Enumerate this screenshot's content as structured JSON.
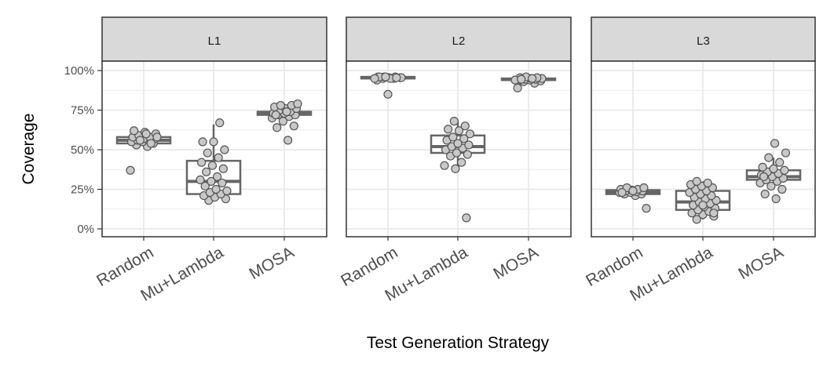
{
  "chart_data": {
    "type": "box",
    "xlabel": "Test Generation Strategy",
    "ylabel": "Coverage",
    "ylim": [
      -0.01,
      1.06
    ],
    "yticks": [
      0,
      0.25,
      0.5,
      0.75,
      1.0
    ],
    "ytick_labels": [
      "0%",
      "25%",
      "50%",
      "75%",
      "100%"
    ],
    "categories": [
      "Random",
      "Mu+Lambda",
      "MOSA"
    ],
    "grid": true,
    "colors": {
      "box": "#666666",
      "point_fill": "#c8c8c8",
      "point_stroke": "#555555",
      "strip_bg": "#d9d9d9",
      "grid": "#ebebeb",
      "panel_border": "#333333"
    },
    "panels": [
      {
        "label": "L1",
        "boxes": [
          {
            "category": "Random",
            "min": 0.52,
            "q1": 0.54,
            "median": 0.56,
            "q3": 0.58,
            "max": 0.62,
            "points": [
              0.37,
              0.52,
              0.53,
              0.54,
              0.55,
              0.55,
              0.56,
              0.56,
              0.57,
              0.57,
              0.58,
              0.58,
              0.59,
              0.6,
              0.61,
              0.62,
              0.54,
              0.56,
              0.58,
              0.6
            ]
          },
          {
            "category": "Mu+Lambda",
            "min": 0.18,
            "q1": 0.22,
            "median": 0.3,
            "q3": 0.43,
            "max": 0.66,
            "points": [
              0.18,
              0.19,
              0.2,
              0.21,
              0.22,
              0.23,
              0.24,
              0.25,
              0.27,
              0.29,
              0.3,
              0.31,
              0.33,
              0.36,
              0.38,
              0.4,
              0.42,
              0.45,
              0.48,
              0.5,
              0.55,
              0.55,
              0.67
            ]
          },
          {
            "category": "MOSA",
            "min": 0.66,
            "q1": 0.72,
            "median": 0.73,
            "q3": 0.74,
            "max": 0.79,
            "points": [
              0.56,
              0.64,
              0.65,
              0.68,
              0.7,
              0.71,
              0.72,
              0.72,
              0.73,
              0.73,
              0.74,
              0.75,
              0.76,
              0.76,
              0.77,
              0.78,
              0.78,
              0.79,
              0.74,
              0.72
            ]
          }
        ]
      },
      {
        "label": "L2",
        "boxes": [
          {
            "category": "Random",
            "min": 0.94,
            "q1": 0.95,
            "median": 0.955,
            "q3": 0.96,
            "max": 0.965,
            "points": [
              0.85,
              0.94,
              0.95,
              0.95,
              0.955,
              0.955,
              0.96,
              0.96,
              0.96,
              0.955,
              0.95,
              0.96,
              0.955,
              0.96,
              0.95
            ]
          },
          {
            "category": "Mu+Lambda",
            "min": 0.38,
            "q1": 0.48,
            "median": 0.52,
            "q3": 0.59,
            "max": 0.68,
            "points": [
              0.07,
              0.38,
              0.4,
              0.42,
              0.46,
              0.47,
              0.48,
              0.5,
              0.51,
              0.52,
              0.53,
              0.54,
              0.56,
              0.57,
              0.58,
              0.6,
              0.62,
              0.63,
              0.65,
              0.68
            ]
          },
          {
            "category": "MOSA",
            "min": 0.93,
            "q1": 0.94,
            "median": 0.945,
            "q3": 0.95,
            "max": 0.96,
            "points": [
              0.89,
              0.92,
              0.93,
              0.935,
              0.94,
              0.94,
              0.945,
              0.945,
              0.95,
              0.95,
              0.955,
              0.955,
              0.96,
              0.94,
              0.95,
              0.945
            ]
          }
        ]
      },
      {
        "label": "L3",
        "boxes": [
          {
            "category": "Random",
            "min": 0.21,
            "q1": 0.22,
            "median": 0.235,
            "q3": 0.245,
            "max": 0.26,
            "points": [
              0.13,
              0.21,
              0.22,
              0.22,
              0.23,
              0.23,
              0.235,
              0.24,
              0.24,
              0.245,
              0.25,
              0.25,
              0.26,
              0.26,
              0.24,
              0.23
            ]
          },
          {
            "category": "Mu+Lambda",
            "min": 0.06,
            "q1": 0.12,
            "median": 0.17,
            "q3": 0.24,
            "max": 0.3,
            "points": [
              0.06,
              0.08,
              0.09,
              0.1,
              0.11,
              0.12,
              0.13,
              0.14,
              0.15,
              0.16,
              0.17,
              0.18,
              0.19,
              0.2,
              0.21,
              0.22,
              0.23,
              0.24,
              0.25,
              0.26,
              0.27,
              0.28,
              0.29,
              0.3,
              0.1,
              0.15
            ]
          },
          {
            "category": "MOSA",
            "min": 0.28,
            "q1": 0.31,
            "median": 0.33,
            "q3": 0.37,
            "max": 0.45,
            "points": [
              0.19,
              0.22,
              0.25,
              0.27,
              0.29,
              0.3,
              0.31,
              0.32,
              0.33,
              0.34,
              0.35,
              0.36,
              0.37,
              0.38,
              0.39,
              0.42,
              0.45,
              0.48,
              0.54,
              0.33
            ]
          }
        ]
      }
    ]
  }
}
